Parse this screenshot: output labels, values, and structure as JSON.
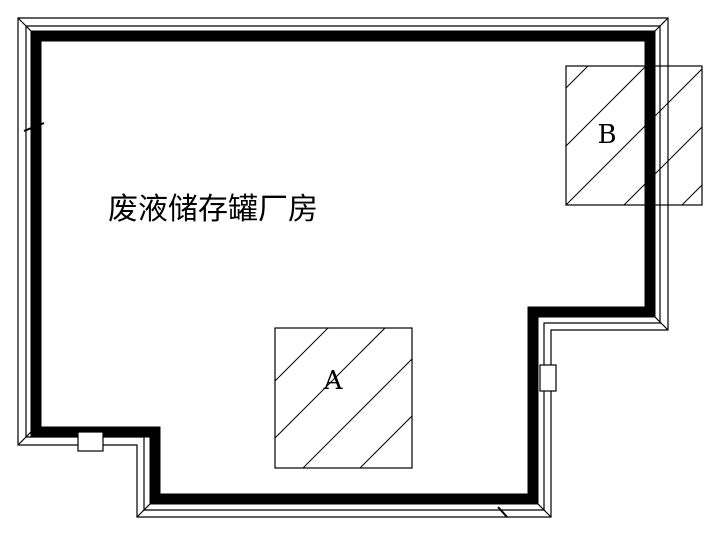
{
  "room": {
    "label": "废液储存罐厂房"
  },
  "zones": [
    {
      "id": "A",
      "label": "A"
    },
    {
      "id": "B",
      "label": "B"
    }
  ],
  "colors": {
    "wall": "#000000",
    "outline": "#000000",
    "background": "#ffffff"
  }
}
